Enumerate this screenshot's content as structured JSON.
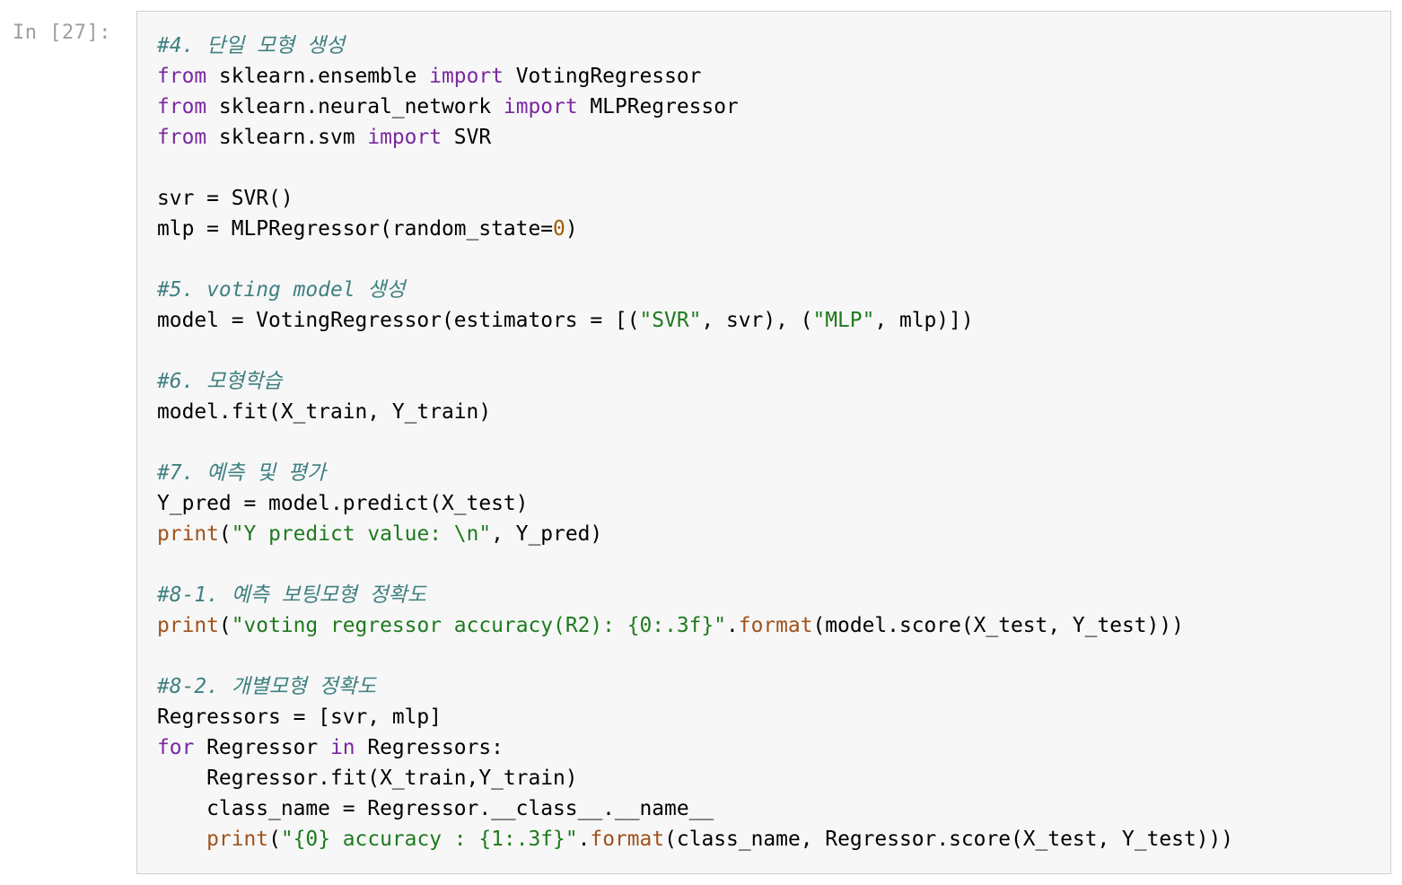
{
  "cell": {
    "prompt": "In [27]:",
    "code_lines": [
      [
        {
          "t": "com",
          "v": "#4. 단일 모형 생성"
        }
      ],
      [
        {
          "t": "kw",
          "v": "from"
        },
        {
          "t": "plain",
          "v": " sklearn.ensemble "
        },
        {
          "t": "kw",
          "v": "import"
        },
        {
          "t": "plain",
          "v": " VotingRegressor"
        }
      ],
      [
        {
          "t": "kw",
          "v": "from"
        },
        {
          "t": "plain",
          "v": " sklearn.neural_network "
        },
        {
          "t": "kw",
          "v": "import"
        },
        {
          "t": "plain",
          "v": " MLPRegressor"
        }
      ],
      [
        {
          "t": "kw",
          "v": "from"
        },
        {
          "t": "plain",
          "v": " sklearn.svm "
        },
        {
          "t": "kw",
          "v": "import"
        },
        {
          "t": "plain",
          "v": " SVR"
        }
      ],
      [],
      [
        {
          "t": "plain",
          "v": "svr = SVR()"
        }
      ],
      [
        {
          "t": "plain",
          "v": "mlp = MLPRegressor(random_state="
        },
        {
          "t": "num",
          "v": "0"
        },
        {
          "t": "plain",
          "v": ")"
        }
      ],
      [],
      [
        {
          "t": "com",
          "v": "#5. voting model 생성"
        }
      ],
      [
        {
          "t": "plain",
          "v": "model = VotingRegressor(estimators = [("
        },
        {
          "t": "str",
          "v": "\"SVR\""
        },
        {
          "t": "plain",
          "v": ", svr), ("
        },
        {
          "t": "str",
          "v": "\"MLP\""
        },
        {
          "t": "plain",
          "v": ", mlp)])"
        }
      ],
      [],
      [
        {
          "t": "com",
          "v": "#6. 모형학습"
        }
      ],
      [
        {
          "t": "plain",
          "v": "model.fit(X_train, Y_train)"
        }
      ],
      [],
      [
        {
          "t": "com",
          "v": "#7. 예측 및 평가"
        }
      ],
      [
        {
          "t": "plain",
          "v": "Y_pred = model.predict(X_test)"
        }
      ],
      [
        {
          "t": "bi",
          "v": "print"
        },
        {
          "t": "plain",
          "v": "("
        },
        {
          "t": "str",
          "v": "\"Y predict value: \\n\""
        },
        {
          "t": "plain",
          "v": ", Y_pred)"
        }
      ],
      [],
      [
        {
          "t": "com",
          "v": "#8-1. 예측 보팅모형 정확도"
        }
      ],
      [
        {
          "t": "bi",
          "v": "print"
        },
        {
          "t": "plain",
          "v": "("
        },
        {
          "t": "str",
          "v": "\"voting regressor accuracy(R2): {0:.3f}\""
        },
        {
          "t": "plain",
          "v": "."
        },
        {
          "t": "bi",
          "v": "format"
        },
        {
          "t": "plain",
          "v": "(model.score(X_test, Y_test)))"
        }
      ],
      [],
      [
        {
          "t": "com",
          "v": "#8-2. 개별모형 정확도"
        }
      ],
      [
        {
          "t": "plain",
          "v": "Regressors = [svr, mlp]"
        }
      ],
      [
        {
          "t": "kw",
          "v": "for"
        },
        {
          "t": "plain",
          "v": " Regressor "
        },
        {
          "t": "kw",
          "v": "in"
        },
        {
          "t": "plain",
          "v": " Regressors:"
        }
      ],
      [
        {
          "t": "plain",
          "v": "    Regressor.fit(X_train,Y_train)"
        }
      ],
      [
        {
          "t": "plain",
          "v": "    class_name = Regressor.__class__.__name__"
        }
      ],
      [
        {
          "t": "plain",
          "v": "    "
        },
        {
          "t": "bi",
          "v": "print"
        },
        {
          "t": "plain",
          "v": "("
        },
        {
          "t": "str",
          "v": "\"{0} accuracy : {1:.3f}\""
        },
        {
          "t": "plain",
          "v": "."
        },
        {
          "t": "bi",
          "v": "format"
        },
        {
          "t": "plain",
          "v": "(class_name, Regressor.score(X_test, Y_test)))"
        }
      ]
    ]
  },
  "colors": {
    "keyword": "#7928a1",
    "builtin": "#a0521c",
    "string": "#1d7a1d",
    "number": "#a05a00",
    "comment": "#408080",
    "cell_background": "#f7f7f7",
    "cell_border": "#cfcfcf",
    "prompt": "#9e9e9e"
  }
}
